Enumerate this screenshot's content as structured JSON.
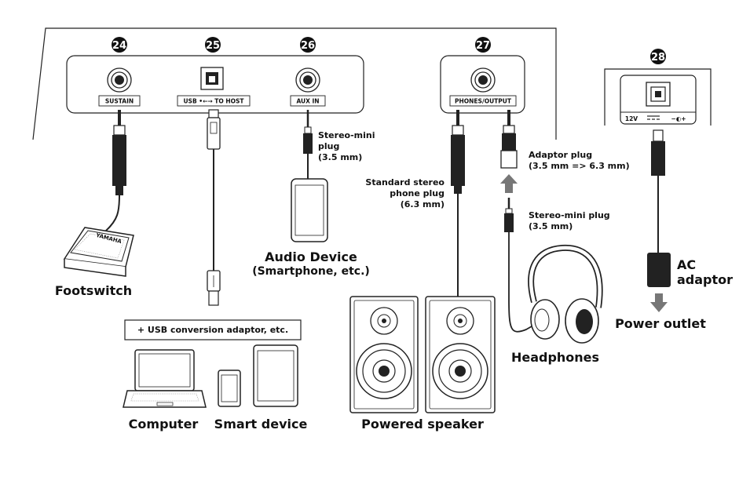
{
  "badges": {
    "b24": "24",
    "b25": "25",
    "b26": "26",
    "b27": "27",
    "b28": "28"
  },
  "panel_labels": {
    "sustain": "SUSTAIN",
    "usb": "USB •←→ TO HOST",
    "aux": "AUX IN",
    "phones": "PHONES/OUTPUT",
    "dc_voltage": "12V",
    "dc_polarity": "−◐+"
  },
  "labels": {
    "footswitch": "Footswitch",
    "stereo_mini_1": "Stereo-mini",
    "stereo_mini_2": "plug",
    "stereo_mini_3": "(3.5 mm)",
    "audio_device_1": "Audio Device",
    "audio_device_2": "(Smartphone, etc.)",
    "usb_adaptor": "+ USB conversion adaptor, etc.",
    "computer": "Computer",
    "smart_device": "Smart device",
    "std_plug_1": "Standard stereo",
    "std_plug_2": "phone plug",
    "std_plug_3": "(6.3 mm)",
    "powered_speaker": "Powered speaker",
    "adaptor_plug_1": "Adaptor plug",
    "adaptor_plug_2": "(3.5 mm => 6.3 mm)",
    "mini_plug2_1": "Stereo-mini plug",
    "mini_plug2_2": "(3.5 mm)",
    "headphones": "Headphones",
    "ac_adaptor_1": "AC",
    "ac_adaptor_2": "adaptor",
    "power_outlet": "Power outlet",
    "footswitch_brand": "YAMAHA"
  }
}
